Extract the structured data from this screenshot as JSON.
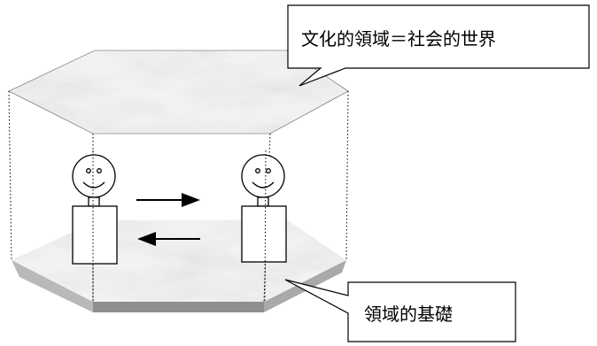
{
  "diagram": {
    "callouts": {
      "top": "文化的領域＝社会的世界",
      "bottom": "領域的基礎"
    },
    "colors": {
      "marble_light": "#f4f4f4",
      "marble_mid": "#d9d9d9",
      "marble_vein": "#b8b8b8",
      "prism_side_light": "#cfcfcf",
      "prism_side_mid": "#aaaaaa",
      "prism_side_dark": "#8f8f8f",
      "stroke": "#000000"
    },
    "people": [
      "person-left",
      "person-right"
    ],
    "arrows": [
      {
        "direction": "right"
      },
      {
        "direction": "left"
      }
    ]
  }
}
